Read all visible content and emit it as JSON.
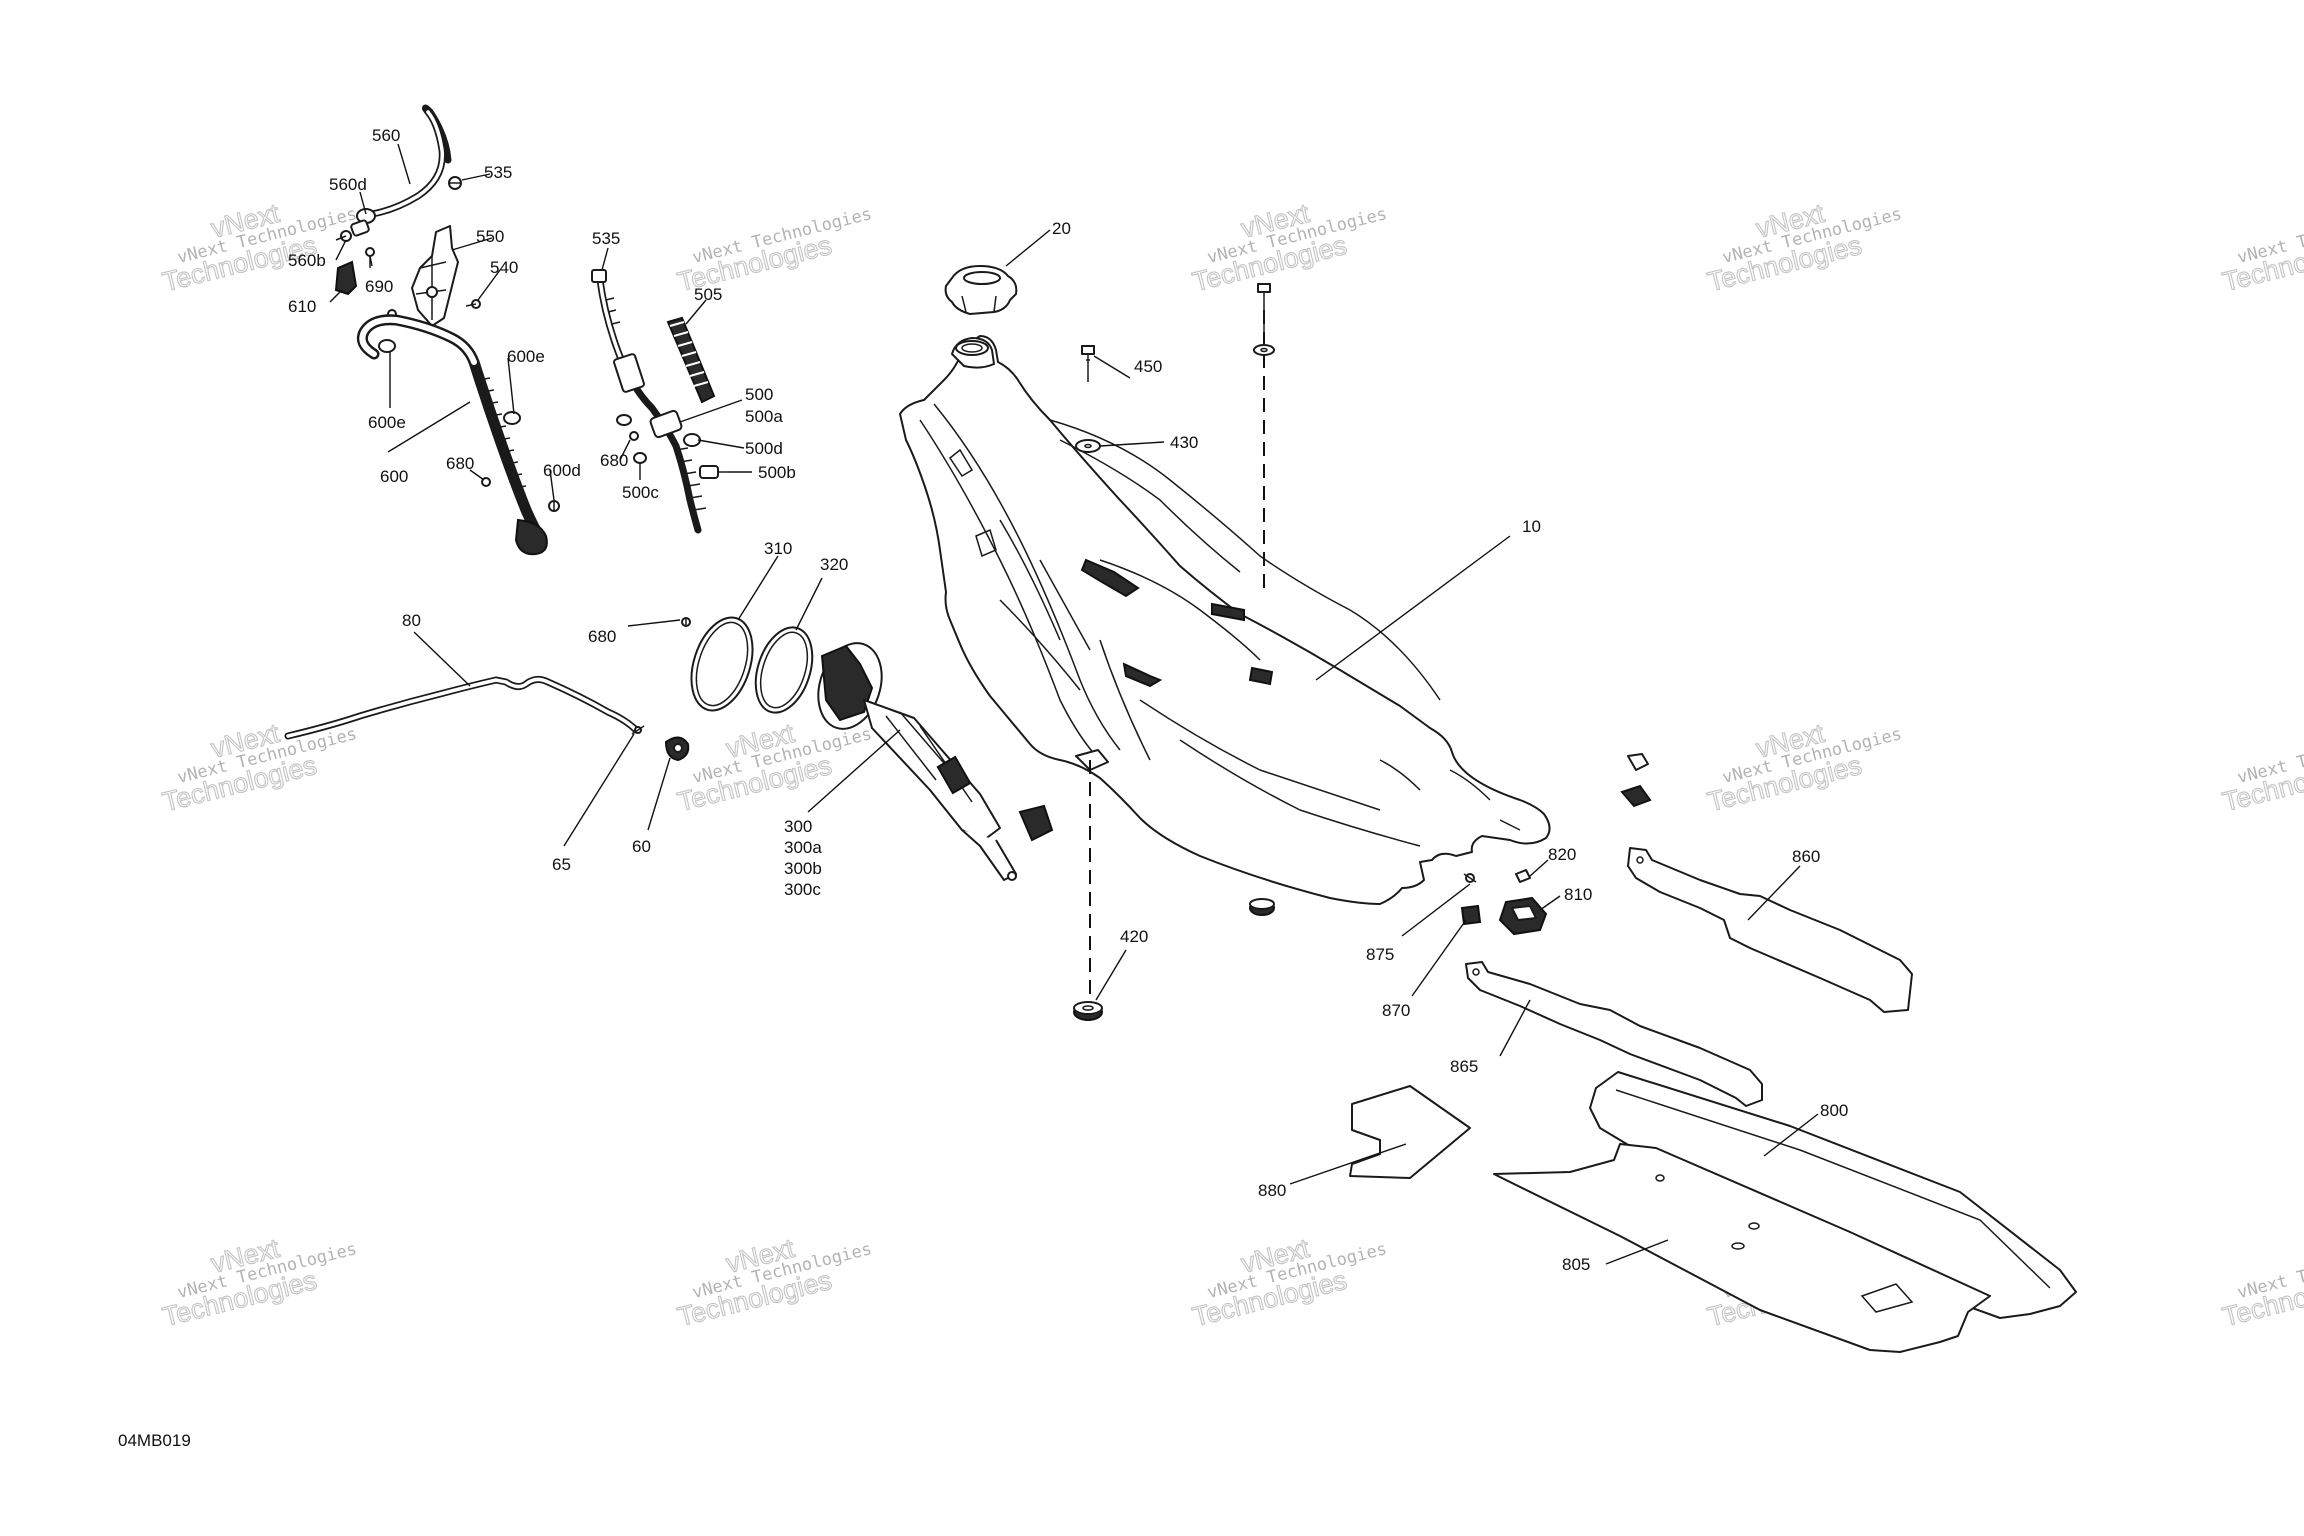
{
  "diagram_code": "04MB019",
  "watermark": {
    "line1": "vNext Technologies",
    "line2": "Technologies",
    "corner": "vNext"
  },
  "callouts": {
    "c10": "10",
    "c20": "20",
    "c60": "60",
    "c65": "65",
    "c80": "80",
    "c300": "300",
    "c300a": "300a",
    "c300b": "300b",
    "c300c": "300c",
    "c310": "310",
    "c320": "320",
    "c420": "420",
    "c430": "430",
    "c450": "450",
    "c500": "500",
    "c500a": "500a",
    "c500b": "500b",
    "c500c": "500c",
    "c500d": "500d",
    "c505": "505",
    "c535a": "535",
    "c535b": "535",
    "c540": "540",
    "c550": "550",
    "c560": "560",
    "c560d": "560d",
    "c560b": "560b",
    "c600": "600",
    "c600d": "600d",
    "c600e_a": "600e",
    "c600e_b": "600e",
    "c610": "610",
    "c680a": "680",
    "c680b": "680",
    "c680c": "680",
    "c690": "690",
    "c800": "800",
    "c805": "805",
    "c810": "810",
    "c820": "820",
    "c860": "860",
    "c865": "865",
    "c870": "870",
    "c875": "875",
    "c880": "880"
  }
}
